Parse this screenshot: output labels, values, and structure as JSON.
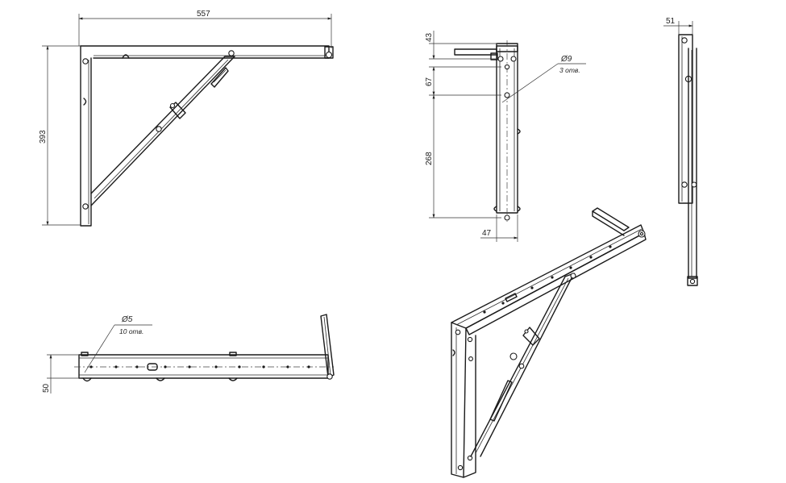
{
  "dimensions": {
    "width_top": "557",
    "height_front": "393",
    "side_43": "43",
    "side_67": "67",
    "side_268": "268",
    "side_47": "47",
    "right_51": "51",
    "bottom_50": "50"
  },
  "callouts": {
    "large_hole_diameter": "Ø9",
    "large_hole_count": "3 отв.",
    "small_hole_diameter": "Ø5",
    "small_hole_count": "10 отв."
  }
}
